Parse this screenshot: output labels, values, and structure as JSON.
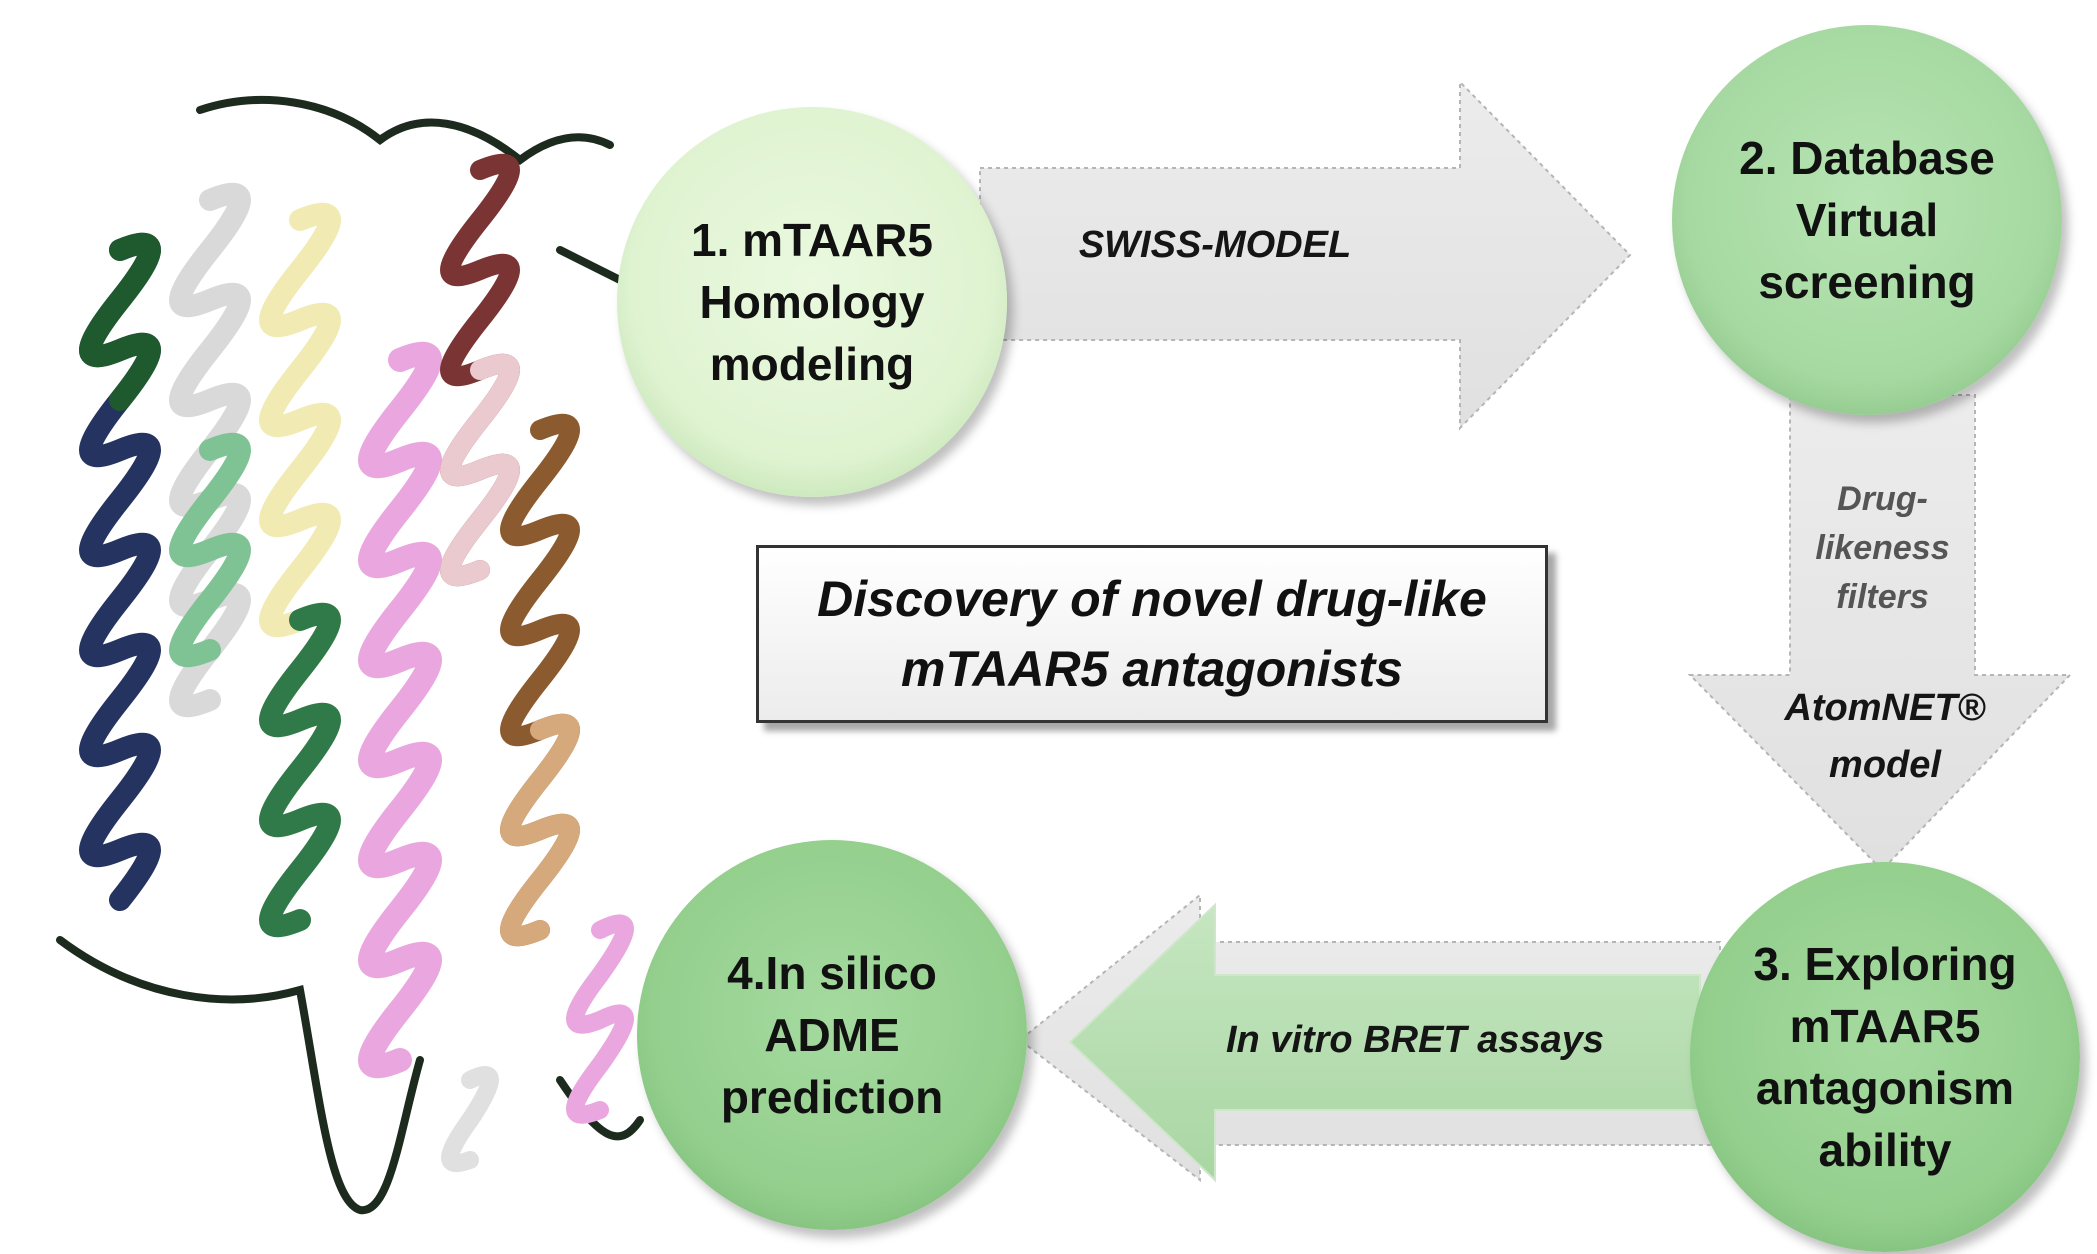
{
  "title": "Discovery of novel drug-like\nmTAAR5 antagonists",
  "steps": [
    {
      "label": "1. mTAAR5\nHomology\nmodeling"
    },
    {
      "label": "2. Database\nVirtual\nscreening"
    },
    {
      "label": "3. Exploring\nmTAAR5\nantagonism\nability"
    },
    {
      "label": "4.In silico\nADME\nprediction"
    }
  ],
  "edges": {
    "swiss_model": "SWISS-MODEL",
    "drug_likeness": "Drug-\nlikeness\nfilters",
    "atomnet": "AtomNET®\nmodel",
    "bret": "In vitro BRET assays"
  },
  "colors": {
    "node_light": "#e6f7d9",
    "node_dark": "#93d08f",
    "arrow_grey": "#e9e9e9",
    "arrow_green": "#b9dfb4"
  }
}
